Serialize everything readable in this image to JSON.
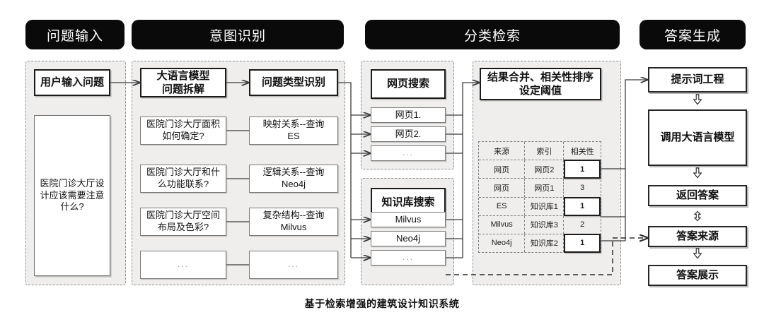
{
  "figure": {
    "caption": "基于检索增强的建筑设计知识系统"
  },
  "stages": [
    {
      "id": "input",
      "label": "问题输入"
    },
    {
      "id": "intent",
      "label": "意图识别"
    },
    {
      "id": "retrieval",
      "label": "分类检索"
    },
    {
      "id": "answer",
      "label": "答案生成"
    }
  ],
  "column_input": {
    "user_question_box": "用户输入问题",
    "question_text": "医院门诊大厅设计应该需要注意什么?"
  },
  "column_intent": {
    "llm_decompose": "大语言模型\n问题拆解",
    "question_type": "问题类型识别",
    "sub_questions": [
      "医院门诊大厅面积如何确定?",
      "医院门诊大厅和什么功能联系?",
      "医院门诊大厅空间布局及色彩?",
      "..."
    ],
    "type_results": [
      "映射关系--查询 ES",
      "逻辑关系--查询 Neo4j",
      "复杂结构--查询 Milvus",
      "..."
    ],
    "type_results_lines": [
      [
        "映射关系--查询",
        "ES"
      ],
      [
        "逻辑关系--查询",
        "Neo4j"
      ],
      [
        "复杂结构--查询",
        "Milvus"
      ],
      [
        "...",
        ""
      ]
    ]
  },
  "column_retrieval": {
    "web_search": {
      "title": "网页搜索",
      "items": [
        "网页1.",
        "网页2.",
        "..."
      ]
    },
    "kb_search": {
      "title": "知识库搜索",
      "items": [
        "Milvus",
        "Neo4j",
        "..."
      ]
    },
    "merge_box": "结果合并、相关性排序\n设定阈值",
    "relevance_table": {
      "headers": [
        "来源",
        "索引",
        "相关性"
      ],
      "rows": [
        {
          "source": "网页",
          "index": "网页2",
          "score": "1",
          "highlight": true
        },
        {
          "source": "网页",
          "index": "网页1",
          "score": "3",
          "highlight": false
        },
        {
          "source": "ES",
          "index": "知识库1",
          "score": "1",
          "highlight": true
        },
        {
          "source": "Milvus",
          "index": "知识库3",
          "score": "2",
          "highlight": false
        },
        {
          "source": "Neo4j",
          "index": "知识库2",
          "score": "1",
          "highlight": true
        }
      ]
    }
  },
  "column_answer": {
    "steps": [
      "提示词工程",
      "调用大语言模型",
      "返回答案",
      "答案来源",
      "答案展示"
    ]
  },
  "colors": {
    "pill_bg": "#0a0a0a",
    "pill_text": "#ffffff",
    "panel_bg": "#efeeec",
    "panel_border": "#8d8d8d",
    "node_border": "#6f6f6f",
    "node_strong_border": "#1a1a1a",
    "wire": "#3a3a3a",
    "page_bg": "#ffffff"
  }
}
